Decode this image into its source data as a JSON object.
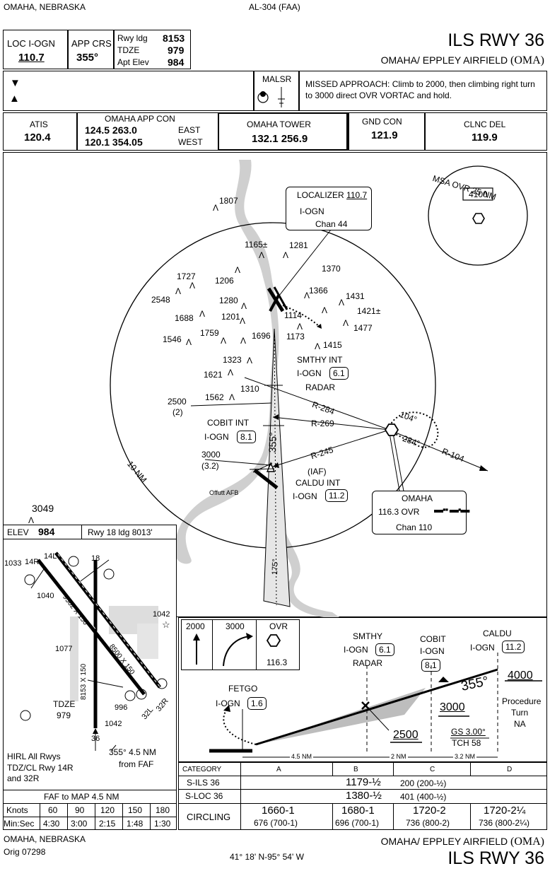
{
  "header": {
    "location": "OMAHA, NEBRASKA",
    "chart_id": "AL-304 (FAA)",
    "title": "ILS RWY 36",
    "airport": "OMAHA/ EPPLEY AIRFIELD",
    "airport_code": "(OMA)"
  },
  "briefing": {
    "loc_label": "LOC I-OGN",
    "loc_freq": "110.7",
    "app_crs_label": "APP CRS",
    "app_crs": "355°",
    "rwy_ldg_label": "Rwy ldg",
    "rwy_ldg": "8153",
    "tdze_label": "TDZE",
    "tdze": "979",
    "apt_elev_label": "Apt Elev",
    "apt_elev": "984",
    "malsr": "MALSR",
    "missed_approach": "MISSED APPROACH:  Climb to 2000, then climbing right turn to 3000 direct OVR VORTAC and hold."
  },
  "comms": [
    {
      "label": "ATIS",
      "freq": "120.4"
    },
    {
      "label": "OMAHA APP CON",
      "freq": "124.5 263.0",
      "freq2": "120.1 354.05",
      "note1": "EAST",
      "note2": "WEST"
    },
    {
      "label": "OMAHA TOWER",
      "freq": "132.1  256.9"
    },
    {
      "label": "GND CON",
      "freq": "121.9"
    },
    {
      "label": "CLNC DEL",
      "freq": "119.9"
    }
  ],
  "plan": {
    "localizer_label": "LOCALIZER",
    "localizer_freq": "110.7",
    "localizer_ident": "I-OGN",
    "localizer_chan": "Chan  44",
    "msa_label": "MSA OVR 25 NM",
    "msa_alt": "4100",
    "range_label": "10 NM",
    "smthy_name": "SMTHY INT",
    "smthy_ident": "I-OGN",
    "smthy_dist": "6.1",
    "smthy_radar": "RADAR",
    "cobit_name": "COBIT INT",
    "cobit_ident": "I-OGN",
    "cobit_dist": "8.1",
    "caldu_iaf": "(IAF)",
    "caldu_name": "CALDU INT",
    "caldu_ident": "I-OGN",
    "caldu_dist": "11.2",
    "alt_2500": "2500",
    "alt_2500_dist": "(2)",
    "alt_3000": "3000",
    "alt_3000_dist": "(3.2)",
    "course_in": "355°",
    "course_out": "175°",
    "r284": "R-284",
    "r269": "R-269",
    "r245": "R-245",
    "r104": "R-104",
    "hold_in": "104°",
    "hold_out": "284°",
    "vor_name": "OMAHA",
    "vor_freq": "116.3  OVR",
    "vor_chan": "Chan  110",
    "offutt": "Offutt AFB",
    "obstacles": [
      "1807",
      "1165±",
      "1281",
      "1370",
      "1727",
      "1206",
      "2548",
      "1280",
      "1366",
      "1431",
      "1421±",
      "1688",
      "1201",
      "1114",
      "1477",
      "1173",
      "1546",
      "1759",
      "1696",
      "1415",
      "1323",
      "1621",
      "1310",
      "1562",
      "3049"
    ]
  },
  "airport_diagram": {
    "elev_label": "ELEV",
    "elev": "984",
    "rwy_ldg": "Rwy 18 ldg 8013'",
    "obstacles": [
      "1033",
      "1040",
      "1042",
      "1077",
      "1042"
    ],
    "rwy_18": "18",
    "rwy_36": "36",
    "rwy_14r": "14R",
    "rwy_14l": "14L",
    "rwy_32r": "32R",
    "rwy_32l": "32L",
    "dims_a": "9502 X 150",
    "dims_b": "8500 X 150",
    "dims_c": "8153 X 150",
    "elev_996": "996",
    "tdze_label": "TDZE",
    "tdze": "979",
    "lights": "HIRL All Rwys",
    "tdz_cl": "TDZ/CL Rwy 14R",
    "tdz_cl2": "and 32R",
    "faf_note": "355°  4.5 NM",
    "faf_note2": "from FAF"
  },
  "timing": {
    "title": "FAF to MAP  4.5 NM",
    "knots_label": "Knots",
    "minsec_label": "Min:Sec",
    "knots": [
      "60",
      "90",
      "120",
      "150",
      "180"
    ],
    "times": [
      "4:30",
      "3:00",
      "2:15",
      "1:48",
      "1:30"
    ]
  },
  "missed_icons": {
    "alt1": "2000",
    "alt2": "3000",
    "fix": "OVR",
    "freq": "116.3"
  },
  "profile": {
    "smthy_name": "SMTHY",
    "smthy_ident": "I-OGN",
    "smthy_dist": "6.1",
    "smthy_radar": "RADAR",
    "cobit_name": "COBIT",
    "cobit_ident": "I-OGN",
    "cobit_dist": "8.1",
    "caldu_name": "CALDU",
    "caldu_ident": "I-OGN",
    "caldu_dist": "11.2",
    "fetgo_name": "FETGO",
    "fetgo_ident": "I-OGN",
    "fetgo_dist": "1.6",
    "course": "355°",
    "alt_4000": "4000",
    "alt_3000": "3000",
    "alt_2500": "2500",
    "proc_turn": "Procedure",
    "proc_turn2": "Turn",
    "proc_turn3": "NA",
    "gs": "GS 3.00°",
    "tch": "TCH 58",
    "seg1": "4.5 NM",
    "seg2": "2 NM",
    "seg3": "3.2 NM"
  },
  "minimums": {
    "category_label": "CATEGORY",
    "cats": [
      "A",
      "B",
      "C",
      "D"
    ],
    "rows": [
      {
        "label": "S-ILS 36",
        "main": "1179-½",
        "sub": "200 (200-½)"
      },
      {
        "label": "S-LOC 36",
        "main": "1380-½",
        "sub": "401 (400-½)"
      }
    ],
    "circling_label": "CIRCLING",
    "circling": [
      {
        "main": "1660-1",
        "sub": "676 (700-1)"
      },
      {
        "main": "1680-1",
        "sub": "696 (700-1)"
      },
      {
        "main": "1720-2",
        "sub": "736 (800-2)"
      },
      {
        "main": "1720-2¼",
        "sub": "736 (800-2¼)"
      }
    ]
  },
  "footer": {
    "location": "OMAHA, NEBRASKA",
    "orig": "Orig  07298",
    "coords": "41° 18' N-95° 54' W",
    "airport": "OMAHA/ EPPLEY AIRFIELD",
    "airport_code": "(OMA)",
    "title": "ILS RWY 36"
  }
}
